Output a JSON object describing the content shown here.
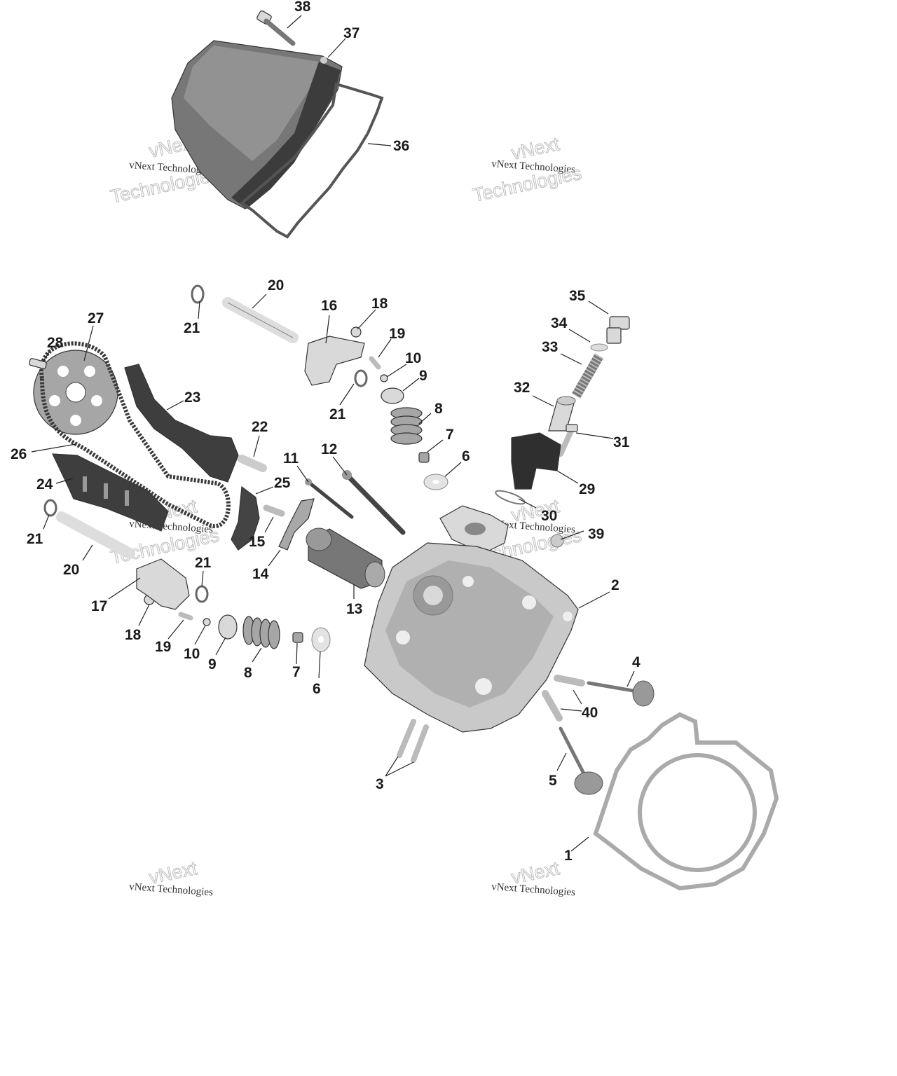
{
  "diagram": {
    "watermark": {
      "line1": "vNext",
      "line2": "vNext Technologies",
      "line3": "Technologies"
    },
    "labels": {
      "l1": "1",
      "l2": "2",
      "l3": "3",
      "l4": "4",
      "l5": "5",
      "l6a": "6",
      "l6b": "6",
      "l7a": "7",
      "l7b": "7",
      "l8a": "8",
      "l8b": "8",
      "l9a": "9",
      "l9b": "9",
      "l10a": "10",
      "l10b": "10",
      "l11": "11",
      "l12": "12",
      "l13": "13",
      "l14": "14",
      "l15": "15",
      "l16": "16",
      "l17": "17",
      "l18a": "18",
      "l18b": "18",
      "l19a": "19",
      "l19b": "19",
      "l20a": "20",
      "l20b": "20",
      "l21a": "21",
      "l21b": "21",
      "l21c": "21",
      "l21d": "21",
      "l22": "22",
      "l23": "23",
      "l24": "24",
      "l25": "25",
      "l26": "26",
      "l27": "27",
      "l28": "28",
      "l29": "29",
      "l30": "30",
      "l31": "31",
      "l32": "32",
      "l33": "33",
      "l34": "34",
      "l35": "35",
      "l36": "36",
      "l37": "37",
      "l38": "38",
      "l39": "39",
      "l40": "40"
    }
  }
}
